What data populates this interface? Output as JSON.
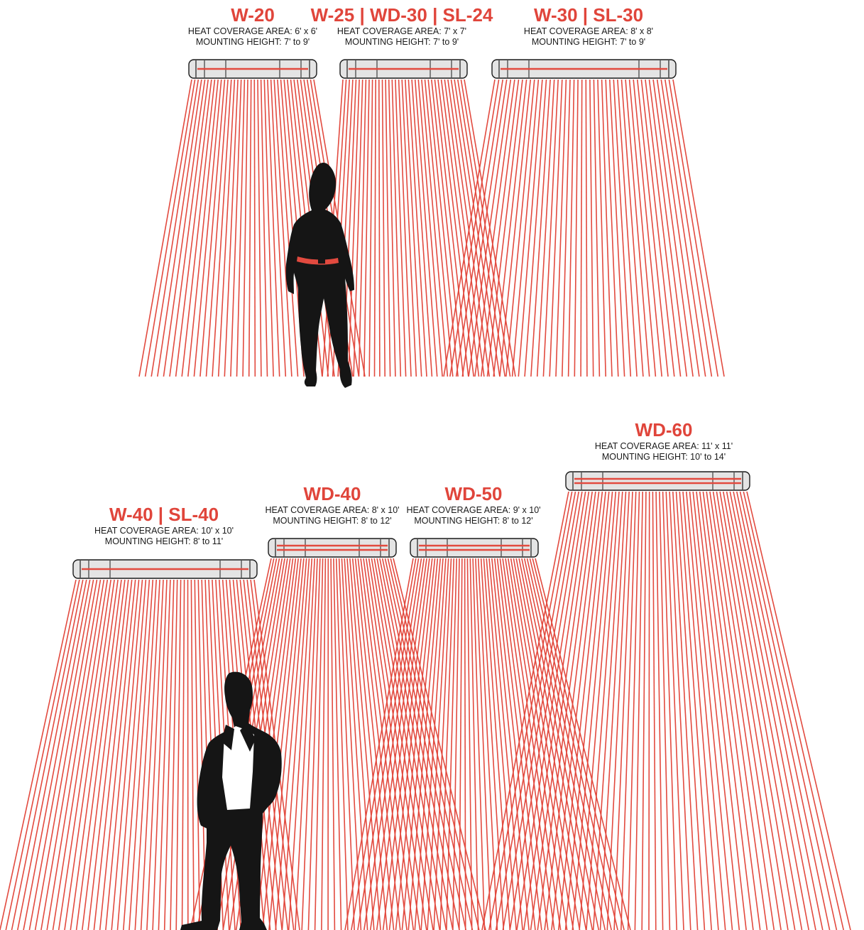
{
  "colors": {
    "beam": "#e24a3f",
    "title": "#e0453b",
    "heater_body": "#e4e4e4",
    "heater_outline": "#1a1a1a",
    "silhouette": "#151515",
    "belt": "#e24a3f",
    "shirt": "#ffffff"
  },
  "heaters": [
    {
      "id": "w20",
      "title": "W-20",
      "coverage": "HEAT COVERAGE AREA: 6' x 6'",
      "mounting": "MOUNTING HEIGHT: 7' to 9'",
      "element_rods": 1
    },
    {
      "id": "w25",
      "title": "W-25 | WD-30 | SL-24",
      "coverage": "HEAT COVERAGE AREA: 7' x 7'",
      "mounting": "MOUNTING HEIGHT: 7' to 9'",
      "element_rods": 1
    },
    {
      "id": "w30",
      "title": "W-30 | SL-30",
      "coverage": "HEAT COVERAGE AREA: 8' x 8'",
      "mounting": "MOUNTING HEIGHT: 7' to 9'",
      "element_rods": 1
    },
    {
      "id": "w40",
      "title": "W-40 | SL-40",
      "coverage": "HEAT COVERAGE AREA: 10' x 10'",
      "mounting": "MOUNTING HEIGHT: 8' to 11'",
      "element_rods": 1
    },
    {
      "id": "wd40",
      "title": "WD-40",
      "coverage": "HEAT COVERAGE AREA: 8' x 10'",
      "mounting": "MOUNTING HEIGHT: 8' to 12'",
      "element_rods": 2
    },
    {
      "id": "wd50",
      "title": "WD-50",
      "coverage": "HEAT COVERAGE AREA: 9' x 10'",
      "mounting": "MOUNTING HEIGHT: 8' to 12'",
      "element_rods": 2
    },
    {
      "id": "wd60",
      "title": "WD-60",
      "coverage": "HEAT COVERAGE AREA: 11' x 11'",
      "mounting": "MOUNTING HEIGHT: 10' to 14'",
      "element_rods": 2
    }
  ],
  "figures": [
    {
      "id": "woman",
      "icon": "woman-silhouette-icon"
    },
    {
      "id": "man",
      "icon": "man-silhouette-icon"
    }
  ]
}
